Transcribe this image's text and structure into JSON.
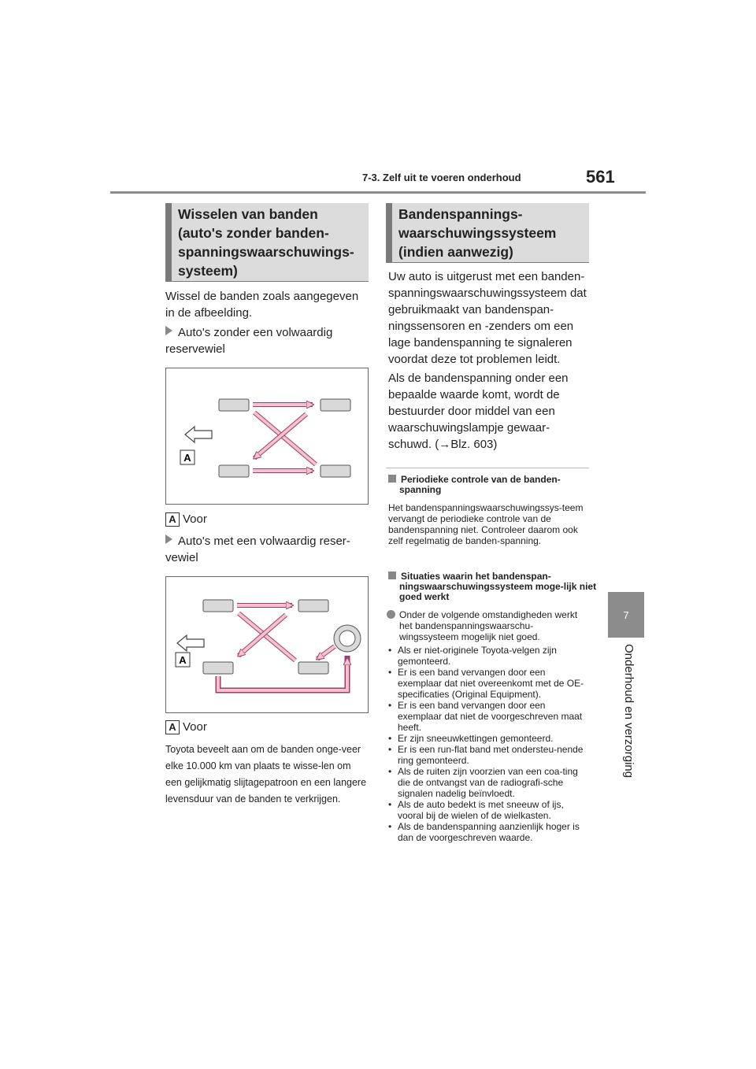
{
  "header": {
    "section": "7-3. Zelf uit te voeren onderhoud",
    "page_number": "561"
  },
  "side_tab": {
    "chapter_number": "7",
    "chapter_title": "Onderhoud en verzorging"
  },
  "left": {
    "heading": "Wisselen van banden (auto's zonder banden-spanningswaarschuwings-systeem)",
    "intro": "Wissel de banden zoals aangegeven in de afbeelding.",
    "item1": "Auto's zonder een volwaardig reservewiel",
    "fig1_label": "A",
    "legend1_key": "A",
    "legend1_text": "Voor",
    "item2": "Auto's met een volwaardig reser-vewiel",
    "fig2_label": "A",
    "legend2_key": "A",
    "legend2_text": "Voor",
    "note": "Toyota beveelt aan om de banden onge-veer elke 10.000 km van plaats te wisse-len om een gelijkmatig slijtagepatroon en een langere levensduur van de banden te verkrijgen."
  },
  "right": {
    "heading": "Bandenspannings-waarschuwingssysteem (indien aanwezig)",
    "p1": "Uw auto is uitgerust met een banden-spanningswaarschuwingssysteem dat gebruikmaakt van bandenspan-ningssensoren en -zenders om een lage bandenspanning te signaleren voordat deze tot problemen leidt.",
    "p2": "Als de bandenspanning onder een bepaalde waarde komt, wordt de bestuurder door middel van een waarschuwingslampje gewaar-schuwd. (→Blz. 603)",
    "sub1_title": "Periodieke controle van de banden-spanning",
    "sub1_text": "Het bandenspanningswaarschuwingssys-teem vervangt de periodieke controle van de bandenspanning niet. Controleer daarom ook zelf regelmatig de banden-spanning.",
    "sub2_title": "Situaties waarin het bandenspan-ningswaarschuwingssysteem moge-lijk niet goed werkt",
    "sub2_lead": "Onder de volgende omstandigheden werkt het bandenspanningswaarschu-wingssysteem mogelijk niet goed.",
    "sub2_items": [
      "Als er niet-originele Toyota-velgen zijn gemonteerd.",
      "Er is een band vervangen door een exemplaar dat niet overeenkomt met de OE-specificaties (Original Equipment).",
      "Er is een band vervangen door een exemplaar dat niet de voorgeschreven maat heeft.",
      "Er zijn sneeuwkettingen gemonteerd.",
      "Er is een run-flat band met ondersteu-nende ring gemonteerd.",
      "Als de ruiten zijn voorzien van een coa-ting die de ontvangst van de radiografi-sche signalen nadelig beïnvloedt.",
      "Als de auto bedekt is met sneeuw of ijs, vooral bij de wielen of de wielkasten.",
      "Als de bandenspanning aanzienlijk hoger is dan de voorgeschreven waarde."
    ]
  },
  "colors": {
    "arrow_fill": "#f2c3cf",
    "arrow_stroke": "#a23b6a",
    "tire_fill": "#d9d9d9",
    "heading_bg": "#dcdcdc",
    "tab_bg": "#8c8c8c"
  }
}
